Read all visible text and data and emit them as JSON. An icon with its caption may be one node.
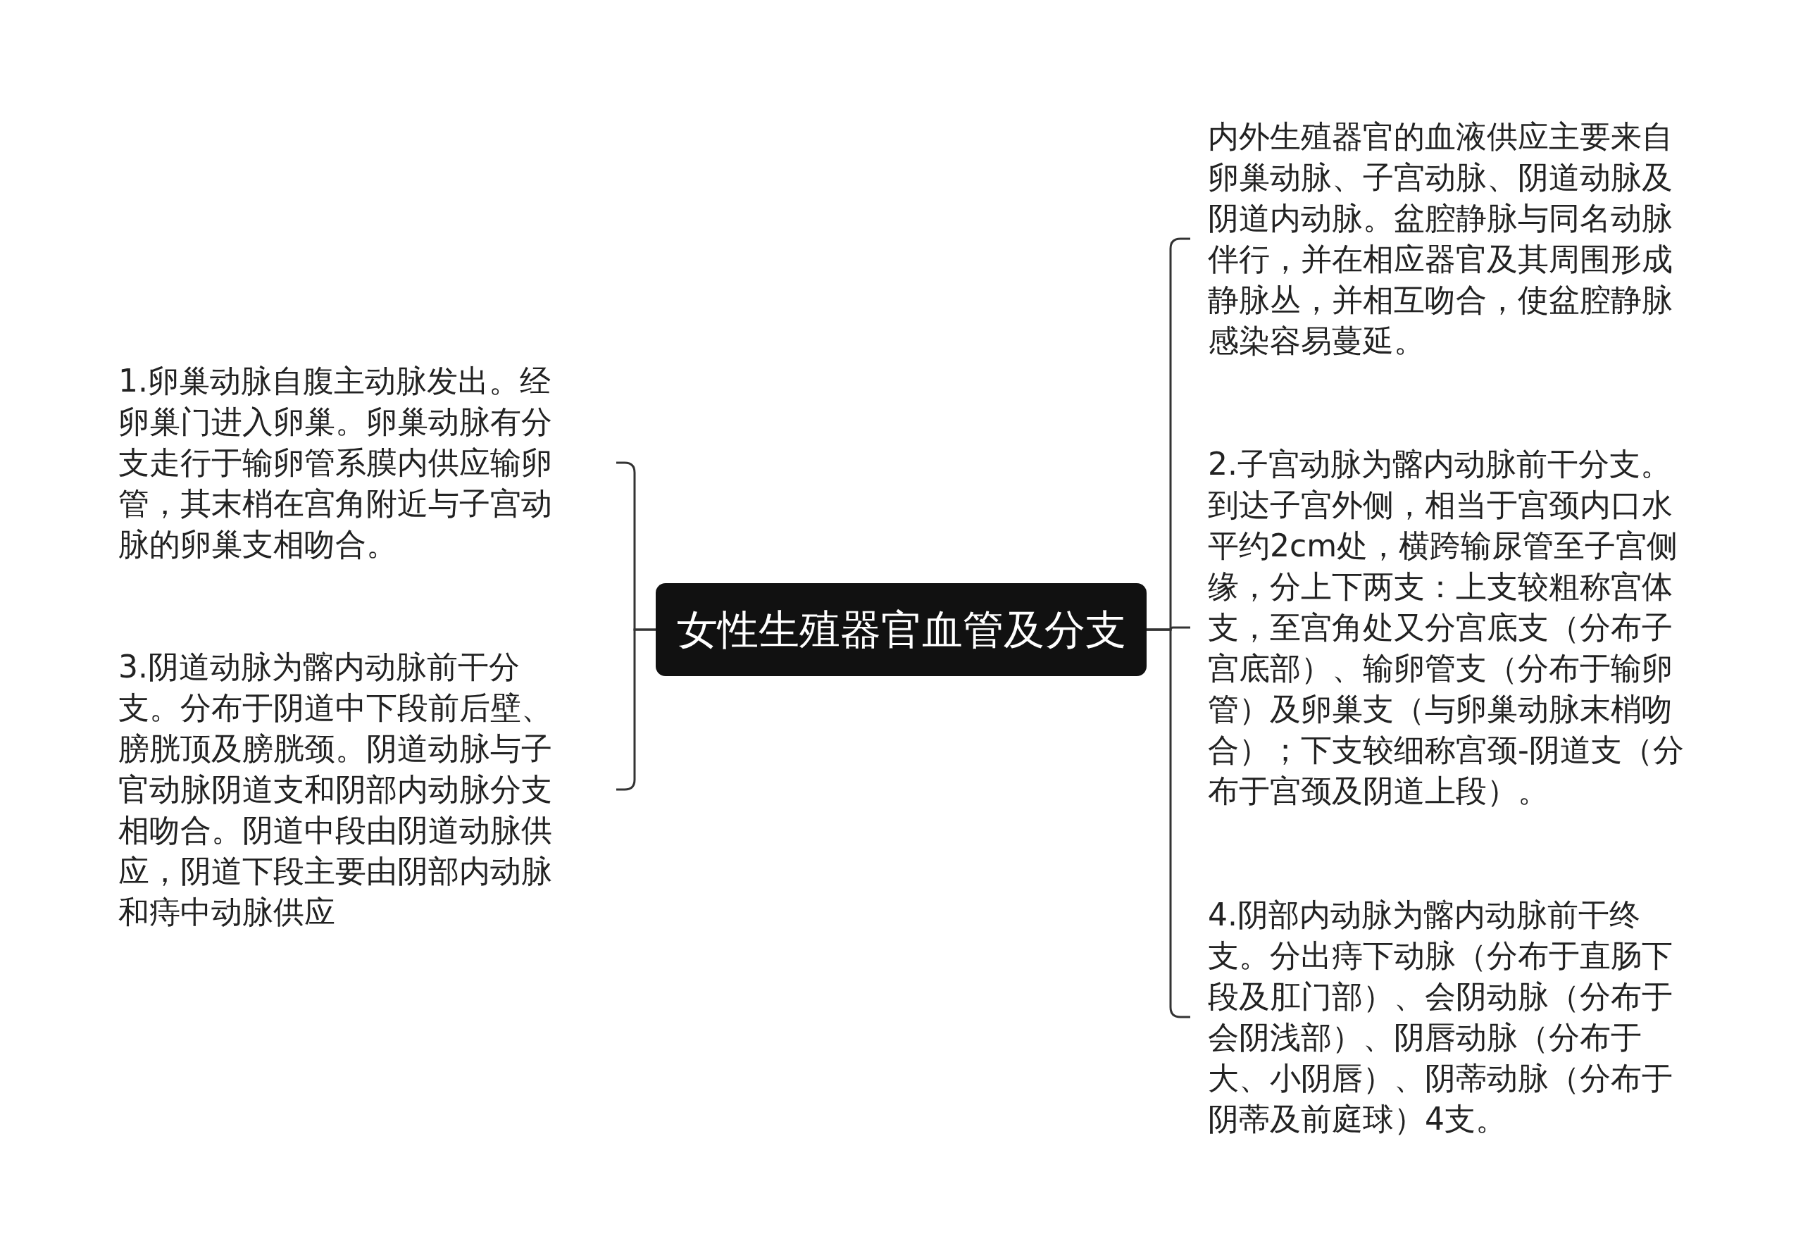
{
  "diagram": {
    "nodes": [
      {
        "text": [
          "女性生殖器官血管及分支"
        ]
      },
      {
        "text": [
          "内外生殖器官的血液供应主要来自卵巢动脉、子宫动脉、阴道动脉及阴道内动脉。盆腔静脉与同名动脉伴行，并在相应器官及其周围形成静脉丛，并相互吻合，使盆腔静脉感染容易蔓延。"
        ]
      },
      {
        "text": [
          "1.卵巢动脉自腹主动脉发出。经卵巢门进入卵巢。卵巢动脉有分支走行于输卵管系膜内供应输卵管，其末梢在宫角附近与子宫动脉的卵巢支相吻合。"
        ]
      },
      {
        "text": [
          "2.子宫动脉为髂内动脉前干分支。到达子宫外侧，相当于宫颈内口水平约2cm处，横跨输尿管至子宫侧缘，分上下两支：上支较粗称宫体支，至宫角处又分宫底支（分布子宫底部）、输卵管支（分布于输卵管）及卵巢支（与卵巢动脉末梢吻合）；下支较细称宫颈-阴道支（分布于宫颈及阴道上段）。"
        ]
      },
      {
        "text": [
          "3.阴道动脉为髂内动脉前干分支。分布于阴道中下段前后壁、膀胱顶及膀胱颈。阴道动脉与子官动脉阴道支和阴部内动脉分支相吻合。阴道中段由阴道动脉供应，阴道下段主要由阴部内动脉和痔中动脉供应"
        ]
      },
      {
        "text": [
          "4.阴部内动脉为髂内动脉前干终支。分出痔下动脉（分布于直肠下段及肛门部）、会阴动脉（分布于会阴浅部）、阴唇动脉（分布于大、小阴唇）、阴蒂动脉（分布于阴蒂及前庭球）4支。"
        ]
      }
    ],
    "edges": [
      {
        "from": 0,
        "to": 1,
        "arrow": "none"
      },
      {
        "from": 0,
        "to": 2,
        "arrow": "none"
      },
      {
        "from": 0,
        "to": 3,
        "arrow": "none"
      },
      {
        "from": 0,
        "to": 4,
        "arrow": "none"
      },
      {
        "from": 0,
        "to": 5,
        "arrow": "none"
      }
    ]
  }
}
